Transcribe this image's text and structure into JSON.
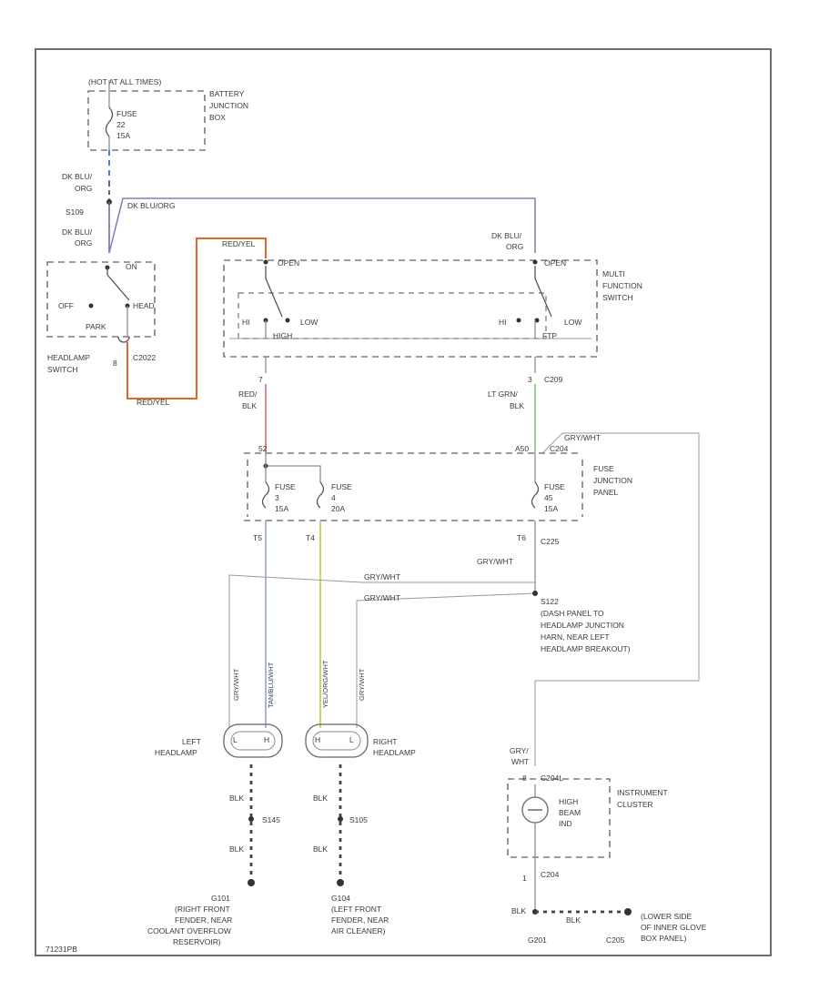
{
  "battery_box": {
    "hot_label": "(HOT AT ALL TIMES)",
    "name_lines": [
      "BATTERY",
      "JUNCTION",
      "BOX"
    ],
    "fuse_lines": [
      "FUSE",
      "22",
      "15A"
    ]
  },
  "splice_top": {
    "wire_above": [
      "DK BLU/",
      "ORG"
    ],
    "splice": "S109",
    "wire_below": [
      "DK BLU/",
      "ORG"
    ],
    "crossover_wire": "DK BLU/ORG"
  },
  "headlamp_switch": {
    "contact_label": "ON",
    "off": "OFF",
    "head": "HEAD",
    "park": "PARK",
    "pin": "8",
    "connector": "C2022",
    "name_lines": [
      "HEADLAMP",
      "SWITCH"
    ],
    "output_wire_top": "RED/YEL",
    "output_wire_bottom": "RED/YEL"
  },
  "multi_function_switch": {
    "left_contact": "OPEN",
    "right_wire": [
      "DK BLU/",
      "ORG"
    ],
    "right_contact": "OPEN",
    "left_hi": "HI",
    "left_low": "LOW",
    "right_hi": "HI",
    "right_low": "LOW",
    "left_pos": "HIGH",
    "right_pos": "FTP",
    "name_lines": [
      "MULTI",
      "FUNCTION",
      "SWITCH"
    ]
  },
  "left_feed": {
    "pin": "7",
    "wire": [
      "RED/",
      "BLK"
    ]
  },
  "right_feed": {
    "pin": "3",
    "connector": "C209",
    "wire": [
      "LT GRN/",
      "BLK"
    ]
  },
  "fuse_panel": {
    "left_pin": "52",
    "right_pin": "A50",
    "right_connector": "C204",
    "fuse_a": [
      "FUSE",
      "3",
      "15A"
    ],
    "fuse_b": [
      "FUSE",
      "4",
      "20A"
    ],
    "fuse_c": [
      "FUSE",
      "45",
      "15A"
    ],
    "name_lines": [
      "FUSE",
      "JUNCTION",
      "PANEL"
    ],
    "pin_a": "T5",
    "pin_b": "T4",
    "pin_c": "T6",
    "bottom_connector": "C225"
  },
  "loop_wire_right": "GRY/WHT",
  "splice_mid": {
    "wire_a": "GRY/WHT",
    "wire_b": "GRY/WHT",
    "wire_c": "GRY/WHT",
    "name_lines": [
      "S122",
      "(DASH PANEL TO",
      "HEADLAMP JUNCTION",
      "HARN, NEAR LEFT",
      "HEADLAMP BREAKOUT)"
    ]
  },
  "lamp_wires": {
    "l_gry": "GRY/WHT",
    "l_color": "TAN/BLU/WHT",
    "r_color": "YEL/ORG/WHT",
    "r_gry": "GRY/WHT"
  },
  "headlamps": {
    "left_name": [
      "LEFT",
      "HEADLAMP"
    ],
    "right_name": [
      "RIGHT",
      "HEADLAMP"
    ]
  },
  "grounds_left": {
    "blk1": "BLK",
    "splice": "S145",
    "blk2": "BLK",
    "ground_lines": [
      "G101",
      "(RIGHT FRONT",
      "FENDER, NEAR",
      "COOLANT OVERFLOW",
      "RESERVOIR)"
    ]
  },
  "grounds_mid": {
    "blk1": "BLK",
    "splice": "S105",
    "blk2": "BLK",
    "ground_lines": [
      "G104",
      "(LEFT FRONT",
      "FENDER, NEAR",
      "AIR CLEANER)"
    ]
  },
  "instrument_cluster": {
    "wire": [
      "GRY/",
      "WHT"
    ],
    "pin_top": "8",
    "connector_top": "C204L",
    "ind_lines": [
      "HIGH",
      "BEAM",
      "IND"
    ],
    "name_lines": [
      "INSTRUMENT",
      "CLUSTER"
    ],
    "pin_bottom": "1",
    "connector_bottom": "C204",
    "gnd_wire": "BLK",
    "gnd_wire_2": "BLK",
    "ground": "G201",
    "connector_right": "C205",
    "ground_lines": [
      "(LOWER SIDE",
      "OF INNER GLOVE",
      "BOX PANEL)"
    ]
  },
  "footer_id": "71231PB"
}
